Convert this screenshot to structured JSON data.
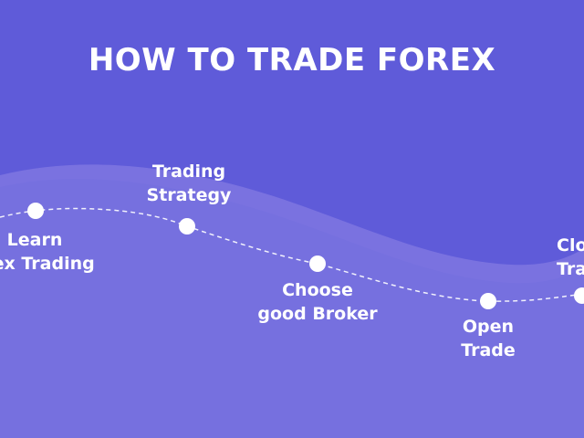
{
  "title": "HOW TO TRADE FOREX",
  "colors": {
    "background": "#5f5bd9",
    "wave": "#7a72e0",
    "text": "#ffffff",
    "path": "#ffffff"
  },
  "steps": [
    {
      "line1": "Learn",
      "line2": "rex Trading"
    },
    {
      "line1": "Trading",
      "line2": "Strategy"
    },
    {
      "line1": "Choose",
      "line2": "good Broker"
    },
    {
      "line1": "Open",
      "line2": "Trade"
    },
    {
      "line1": "Clo",
      "line2": "Tra"
    }
  ]
}
